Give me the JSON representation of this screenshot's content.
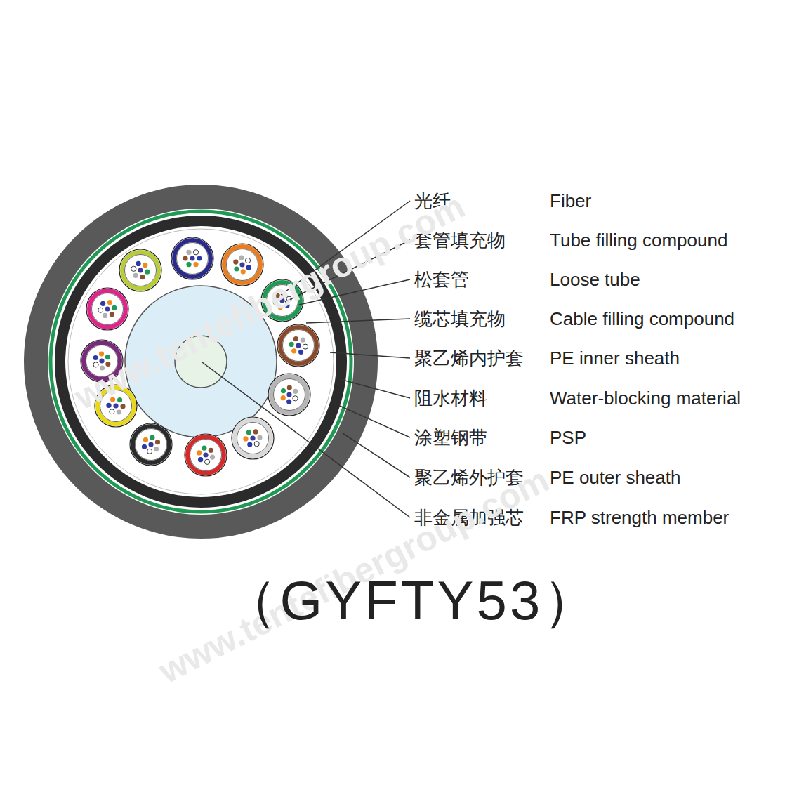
{
  "diagram": {
    "caption": "（GYFTY53）",
    "labels": [
      "光纤",
      "Fiber",
      "套管填充物",
      "Tube filling compound",
      "松套管",
      "Loose tube",
      "缆芯填充物",
      "Cable filling compound",
      "聚乙烯内护套",
      "PE inner sheath",
      "阻水材料",
      "Water-blocking material",
      "涂塑钢带",
      "PSP",
      "聚乙烯外护套",
      "PE outer sheath",
      "非金属加强芯",
      "FRP strength member",
      "www.tentefibergroup.com",
      "www.tentefibergroup.com"
    ]
  }
}
